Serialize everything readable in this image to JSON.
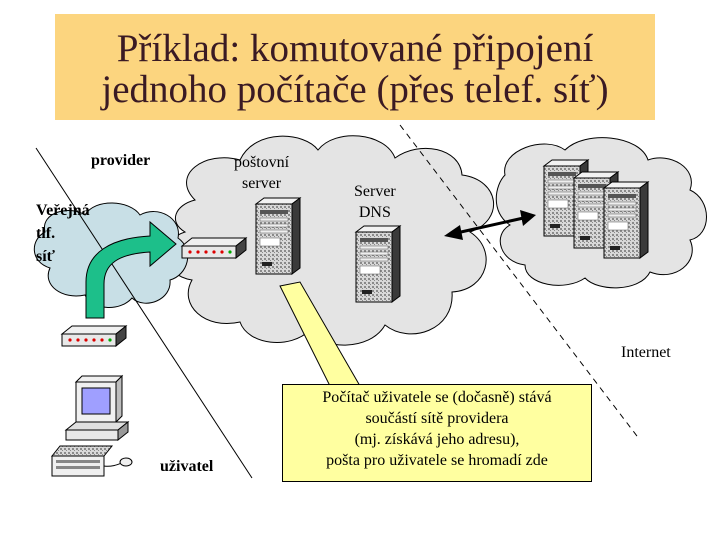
{
  "title": {
    "line1": "Příklad: komutované připojení",
    "line2": "jednoho počítače (přes telef. síť)"
  },
  "labels": {
    "provider": "provider",
    "mail_server": [
      "poštovní",
      "server"
    ],
    "dns_server": [
      "Server",
      "DNS"
    ],
    "phone_network": [
      "Veřejná",
      "tlf.",
      "síť"
    ],
    "internet": "Internet",
    "user": "uživatel"
  },
  "callout": [
    "Počítač uživatele se (dočasně) stává",
    "součástí sítě providera",
    "(mj. získává jeho adresu),",
    "pošta pro uživatele se hromadí zde"
  ],
  "colors": {
    "title_bg": "#fcd57f",
    "title_text": "#3a1a24",
    "cloud_gray": "#e4e4e4",
    "cloud_blue": "#c8dfe6",
    "arrow_green": "#1dbf8a",
    "callout_bg": "#ffffa0",
    "monitor_screen": "#9f9fff"
  },
  "icons": [
    "server-icon",
    "modem-icon",
    "computer-icon",
    "cloud-icon",
    "arrow-icon"
  ]
}
